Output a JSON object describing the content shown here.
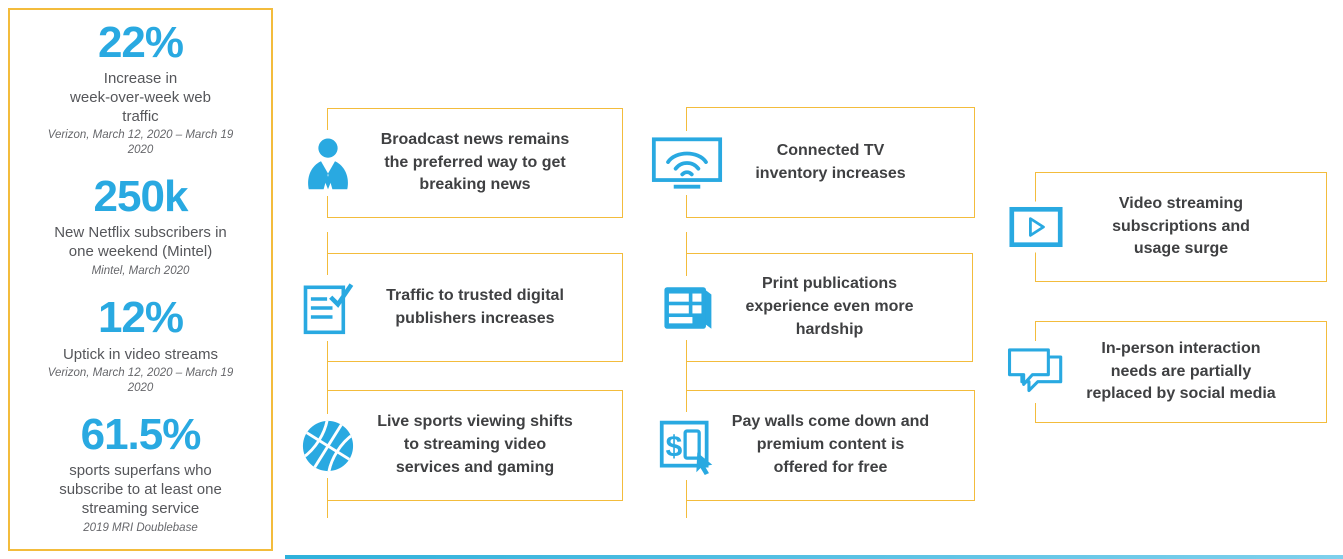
{
  "colors": {
    "accent_yellow": "#F3BC3C",
    "accent_blue": "#29A9E1",
    "card_text": "#3F4042",
    "stat_text": "#55565A",
    "bottom_bar": "#2EB1DB"
  },
  "stats_panel": {
    "items": [
      {
        "value": "22%",
        "description": "Increase in\nweek-over-week web\ntraffic",
        "source": "Verizon,  March 12, 2020 – March 19\n2020"
      },
      {
        "value": "250k",
        "description": "New Netflix subscribers in\none weekend (Mintel)",
        "source": "Mintel, March 2020"
      },
      {
        "value": "12%",
        "description": "Uptick in video streams",
        "source": "Verizon,  March 12, 2020 – March 19\n2020"
      },
      {
        "value": "61.5%",
        "description": "sports superfans who\nsubscribe to at least one\nstreaming service",
        "source": "2019 MRI Doublebase"
      }
    ]
  },
  "cards": [
    {
      "icon": "news-anchor-icon",
      "text": "Broadcast news remains\nthe preferred way to get\nbreaking news"
    },
    {
      "icon": "tv-wifi-icon",
      "text": "Connected TV\ninventory increases"
    },
    {
      "icon": "play-button-icon",
      "text": "Video streaming\nsubscriptions and\nusage surge"
    },
    {
      "icon": "document-check-icon",
      "text": "Traffic to trusted digital\npublishers increases"
    },
    {
      "icon": "newspaper-icon",
      "text": "Print publications\nexperience even more\nhardship"
    },
    {
      "icon": "chat-bubbles-icon",
      "text": "In-person interaction\nneeds are partially\nreplaced by social media"
    },
    {
      "icon": "basketball-icon",
      "text": "Live sports viewing shifts\nto streaming video\nservices and gaming"
    },
    {
      "icon": "dollar-cursor-icon",
      "text": "Pay walls come down and\npremium content is\noffered for free"
    }
  ]
}
